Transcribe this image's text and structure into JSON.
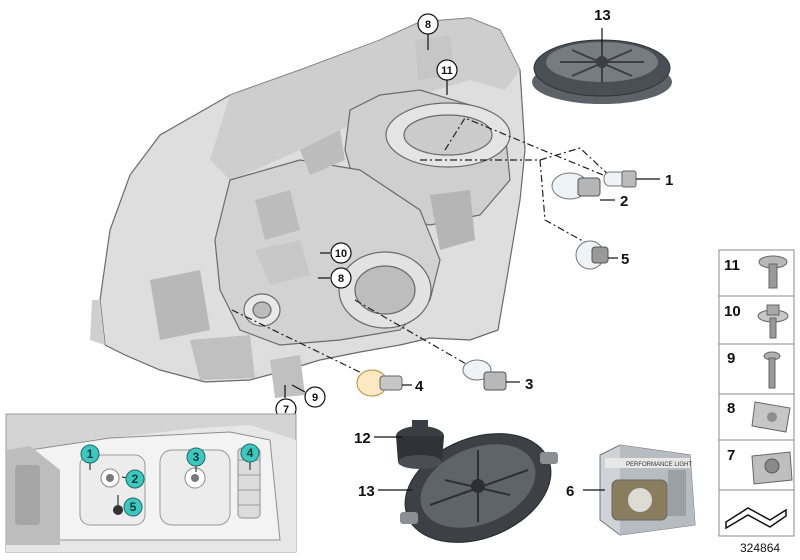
{
  "diagram": {
    "reference_number": "324864",
    "callouts_main": [
      {
        "id": "c1",
        "label": "1"
      },
      {
        "id": "c2",
        "label": "2"
      },
      {
        "id": "c3",
        "label": "3"
      },
      {
        "id": "c4",
        "label": "4"
      },
      {
        "id": "c5",
        "label": "5"
      },
      {
        "id": "c6",
        "label": "6"
      },
      {
        "id": "c12",
        "label": "12"
      },
      {
        "id": "c13a",
        "label": "13"
      },
      {
        "id": "c13b",
        "label": "13"
      }
    ],
    "circled_labels": [
      {
        "id": "k8top",
        "label": "8"
      },
      {
        "id": "k11top",
        "label": "11"
      },
      {
        "id": "k10mid",
        "label": "10"
      },
      {
        "id": "k8mid",
        "label": "8"
      },
      {
        "id": "k9",
        "label": "9"
      },
      {
        "id": "k7",
        "label": "7"
      }
    ],
    "inset_labels": [
      {
        "id": "i1",
        "label": "1"
      },
      {
        "id": "i2",
        "label": "2"
      },
      {
        "id": "i3",
        "label": "3"
      },
      {
        "id": "i4",
        "label": "4"
      },
      {
        "id": "i5",
        "label": "5"
      }
    ],
    "side_panel": [
      {
        "id": "s11",
        "label": "11"
      },
      {
        "id": "s10",
        "label": "10"
      },
      {
        "id": "s9",
        "label": "9"
      },
      {
        "id": "s8",
        "label": "8"
      },
      {
        "id": "s7",
        "label": "7"
      }
    ],
    "box_text": "PERFORMANCE LIGHT",
    "colors": {
      "housing": "#dcdcdc",
      "housing_shade": "#c4c4c4",
      "inset_bg": "#d4d4d4",
      "highlight": "#3cc7c0",
      "cover_dark": "#3f4348",
      "cover_light": "#7b8087"
    }
  }
}
